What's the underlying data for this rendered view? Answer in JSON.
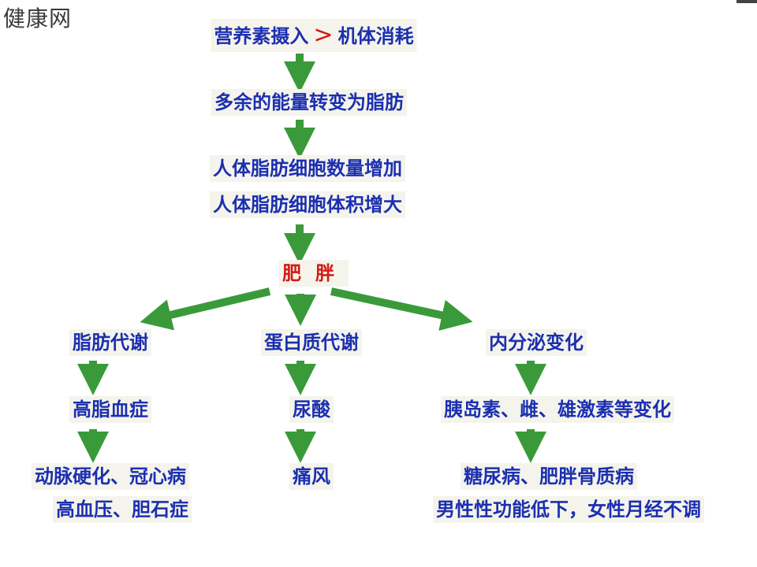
{
  "watermark": "健康网",
  "colors": {
    "node_text": "#1c2fb0",
    "highlight": "#d41a14",
    "arrow": "#3a9a3a",
    "node_bg": "#f4f4ec"
  },
  "nodes": {
    "intake_left": "营养素摄入",
    "intake_symbol": ">",
    "intake_right": "机体消耗",
    "excess_to_fat": "多余的能量转变为脂肪",
    "fat_cell_count": "人体脂肪细胞数量增加",
    "fat_cell_volume": "人体脂肪细胞体积增大",
    "obesity": "肥胖",
    "lipid_metabolism": "脂肪代谢",
    "protein_metabolism": "蛋白质代谢",
    "endocrine_change": "内分泌变化",
    "hyperlipidemia": "高脂血症",
    "uric_acid": "尿酸",
    "hormone_change": "胰岛素、雌、雄激素等变化",
    "cardio_1": "动脉硬化、冠心病",
    "cardio_2": "高血压、胆石症",
    "gout": "痛风",
    "endocrine_disease_1": "糖尿病、肥胖骨质病",
    "endocrine_disease_2": "男性性功能低下，女性月经不调"
  }
}
